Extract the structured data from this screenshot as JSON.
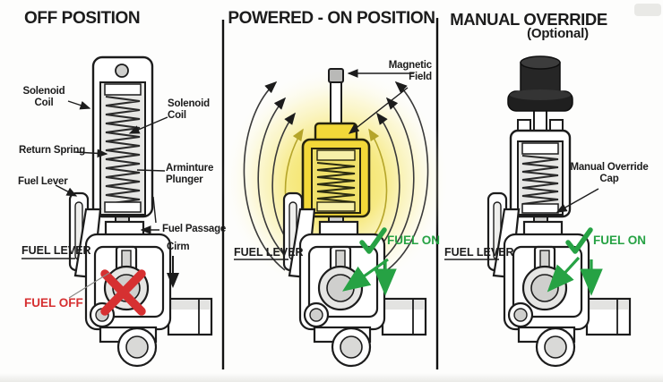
{
  "colors": {
    "line": "#1c1c1c",
    "highlight_yellow": "#F2D839",
    "fuel_off_red": "#D63031",
    "fuel_on_green": "#26A244",
    "cap_black": "#262626"
  },
  "icons": {
    "fuel_off_cross": "cross-icon",
    "fuel_on_check": "check-icon",
    "magnetic_field_lines": "field-arc-icons"
  },
  "panels": [
    {
      "title": "OFF POSITION",
      "labels": {
        "solenoid_coil_left": "Solenoid\nCoil",
        "solenoid_coil_right": "Solenoid\nCoil",
        "return_spring": "Return Spring",
        "fuel_lever": "Fuel Lever",
        "arminture_plunger": "Arminture\nPlunger",
        "fuel_passage": "Fuel Passage",
        "cam": "Cirm",
        "fuel_lever_caps": "FUEL LEVER",
        "fuel_state": "FUEL OFF"
      }
    },
    {
      "title": "POWERED - ON POSITION",
      "labels": {
        "magnetic_field": "Magnetic\nField",
        "fuel_lever_caps": "FUEL LEVER",
        "fuel_state": "FUEL ON"
      }
    },
    {
      "title": "MANUAL OVERRIDE",
      "subtitle": "(Optional)",
      "labels": {
        "manual_override_cap": "Manual Override\nCap",
        "fuel_lever_caps": "FUEL LEVER",
        "fuel_state": "FUEL ON"
      }
    }
  ]
}
